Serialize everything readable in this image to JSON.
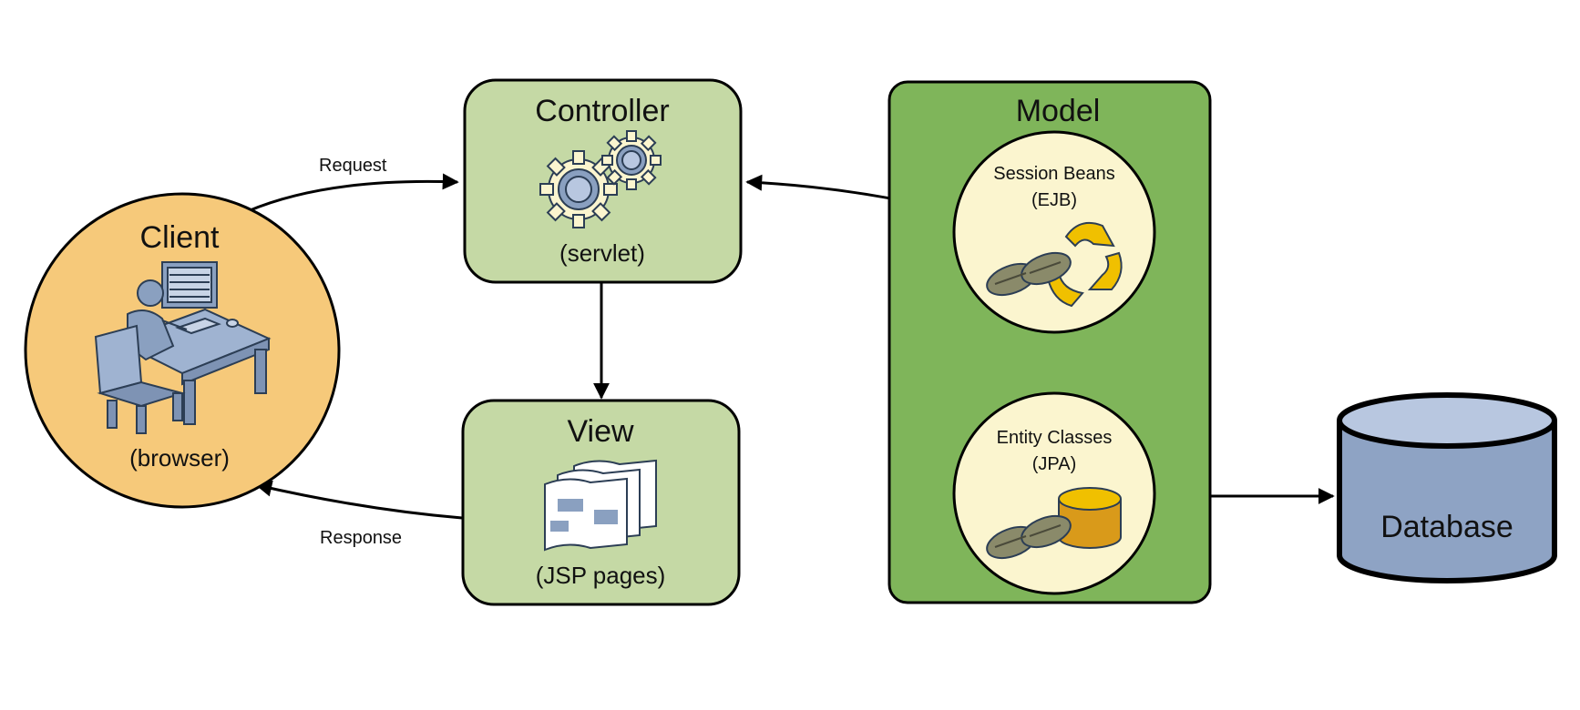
{
  "diagram": {
    "client": {
      "title": "Client",
      "subtitle": "(browser)"
    },
    "controller": {
      "title": "Controller",
      "subtitle": "(servlet)"
    },
    "view": {
      "title": "View",
      "subtitle": "(JSP pages)"
    },
    "model": {
      "title": "Model",
      "session_beans": {
        "line1": "Session Beans",
        "line2": "(EJB)"
      },
      "entity_classes": {
        "line1": "Entity Classes",
        "line2": "(JPA)"
      }
    },
    "database": {
      "label": "Database"
    },
    "edges": {
      "request": "Request",
      "response": "Response"
    }
  },
  "colors": {
    "client_fill": "#f6c97a",
    "box_fill": "#c5d9a5",
    "model_fill": "#7fb55a",
    "bean_fill": "#fbf5cf",
    "database_fill": "#8ea3c4",
    "database_top": "#b8c7e0",
    "accent_yellow": "#f0c000"
  },
  "icons": {
    "client": "person-at-computer-icon",
    "controller": "gears-icon",
    "view": "pages-icon",
    "session_beans": "beans-recycle-icon",
    "entity_classes": "beans-database-icon"
  }
}
